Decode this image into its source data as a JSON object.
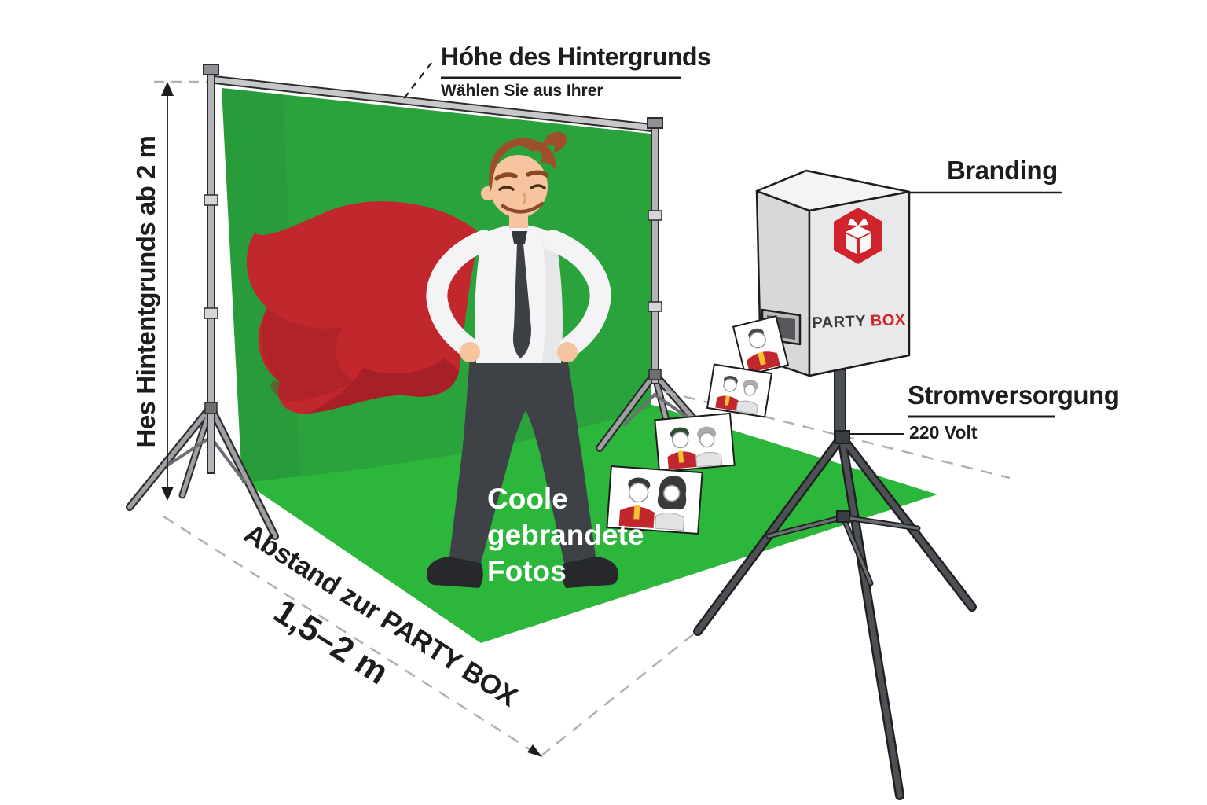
{
  "colors": {
    "ink": "#1d1d1b",
    "dash_gray": "#b0b0b0",
    "backdrop_green": "#2ba33c",
    "floor_green": "#2db63c",
    "cape_red": "#c1272d",
    "cape_red_dark": "#9e1f26",
    "brand_red": "#d0242c",
    "brand_dark": "#3b3b3b",
    "box_face": "#e9e9eb",
    "box_face_side": "#d8d8db",
    "box_face_top": "#f4f4f6",
    "pole_gray": "#b4b4b8",
    "pole_edge": "#2c2c2e",
    "tripod_gray": "#4d5055",
    "tripod_edge": "#1f2022",
    "shirt_white": "#f4f4f6",
    "shirt_shade": "#dddee2",
    "pants_dark": "#3e4246",
    "shoe_dark": "#26282b",
    "skin": "#f6c49f",
    "skin_shade": "#dfa075",
    "hair_brown": "#9c4f28",
    "photo_yellow": "#f2c230",
    "photo_gray": "#a9abae"
  },
  "diagram": {
    "height_label": {
      "title": "Hóhe des Hintergrunds",
      "subtitle": "Wählen Sie aus Ihrer"
    },
    "backdrop_height_label": "Hes Hintentgrunds ab 2 m",
    "branding_label": "Branding",
    "power_label": {
      "title": "Stromversorgung",
      "value": "220 Volt"
    },
    "photos_label": {
      "line1": "Coole",
      "line2": "gebrandete",
      "line3": "Fotos"
    },
    "distance_label": {
      "title": "Abstand zur PARTY BOX",
      "value": "1,5–2 m"
    },
    "brand": {
      "name_part1": "PARTY",
      "name_part2": "BOX",
      "logo_icon": "party-box-hexagon-gift-icon"
    }
  }
}
